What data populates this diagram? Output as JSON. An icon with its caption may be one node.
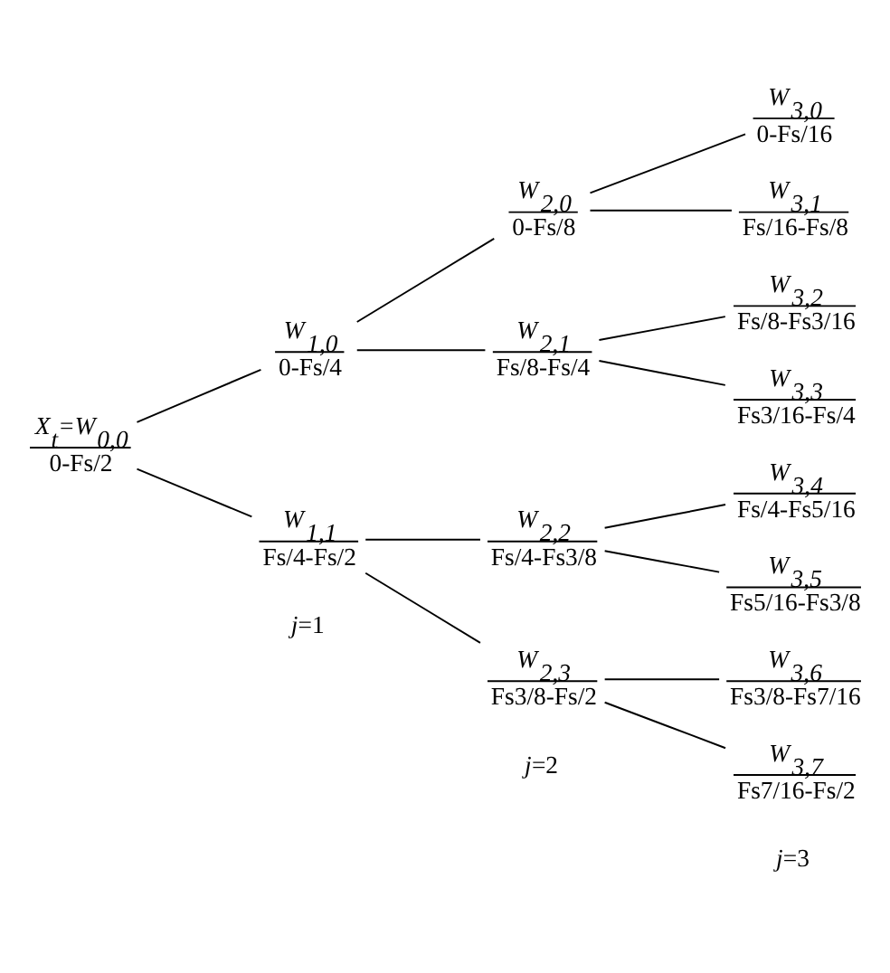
{
  "diagram": {
    "nodes": [
      {
        "text": [
          "X$_{t}$=W$_{0,0}$",
          "0-Fs/2"
        ]
      },
      {
        "text": [
          "W$_{1,0}$",
          "0-Fs/4"
        ]
      },
      {
        "text": [
          "W$_{1,1}$",
          "Fs/4-Fs/2"
        ]
      },
      {
        "text": [
          "W$_{2,0}$",
          "0-Fs/8"
        ]
      },
      {
        "text": [
          "W$_{2,1}$",
          "Fs/8-Fs/4"
        ]
      },
      {
        "text": [
          "W$_{2,2}$",
          "Fs/4-Fs3/8"
        ]
      },
      {
        "text": [
          "W$_{2,3}$",
          "Fs3/8-Fs/2"
        ]
      },
      {
        "text": [
          "W$_{3,0}$",
          "0-Fs/16"
        ]
      },
      {
        "text": [
          "W$_{3,1}$",
          "Fs/16-Fs/8"
        ]
      },
      {
        "text": [
          "W$_{3,2}$",
          "Fs/8-Fs3/16"
        ]
      },
      {
        "text": [
          "W$_{3,3}$",
          "Fs3/16-Fs/4"
        ]
      },
      {
        "text": [
          "W$_{3,4}$",
          "Fs/4-Fs5/16"
        ]
      },
      {
        "text": [
          "W$_{3,5}$",
          "Fs5/16-Fs3/8"
        ]
      },
      {
        "text": [
          "W$_{3,6}$",
          "Fs3/8-Fs7/16"
        ]
      },
      {
        "text": [
          "W$_{3,7}$",
          "Fs7/16-Fs/2"
        ]
      }
    ],
    "edges": [
      {
        "from": 0,
        "to": 1,
        "arrow": "none"
      },
      {
        "from": 0,
        "to": 2,
        "arrow": "none"
      },
      {
        "from": 1,
        "to": 3,
        "arrow": "none"
      },
      {
        "from": 1,
        "to": 4,
        "arrow": "none"
      },
      {
        "from": 2,
        "to": 5,
        "arrow": "none"
      },
      {
        "from": 2,
        "to": 6,
        "arrow": "none"
      },
      {
        "from": 3,
        "to": 7,
        "arrow": "none"
      },
      {
        "from": 3,
        "to": 8,
        "arrow": "none"
      },
      {
        "from": 4,
        "to": 9,
        "arrow": "none"
      },
      {
        "from": 4,
        "to": 10,
        "arrow": "none"
      },
      {
        "from": 5,
        "to": 11,
        "arrow": "none"
      },
      {
        "from": 5,
        "to": 12,
        "arrow": "none"
      },
      {
        "from": 6,
        "to": 13,
        "arrow": "none"
      },
      {
        "from": 6,
        "to": 14,
        "arrow": "none"
      }
    ],
    "labels": [
      "*j*=1",
      "*j*=2",
      "*j*=3"
    ]
  }
}
